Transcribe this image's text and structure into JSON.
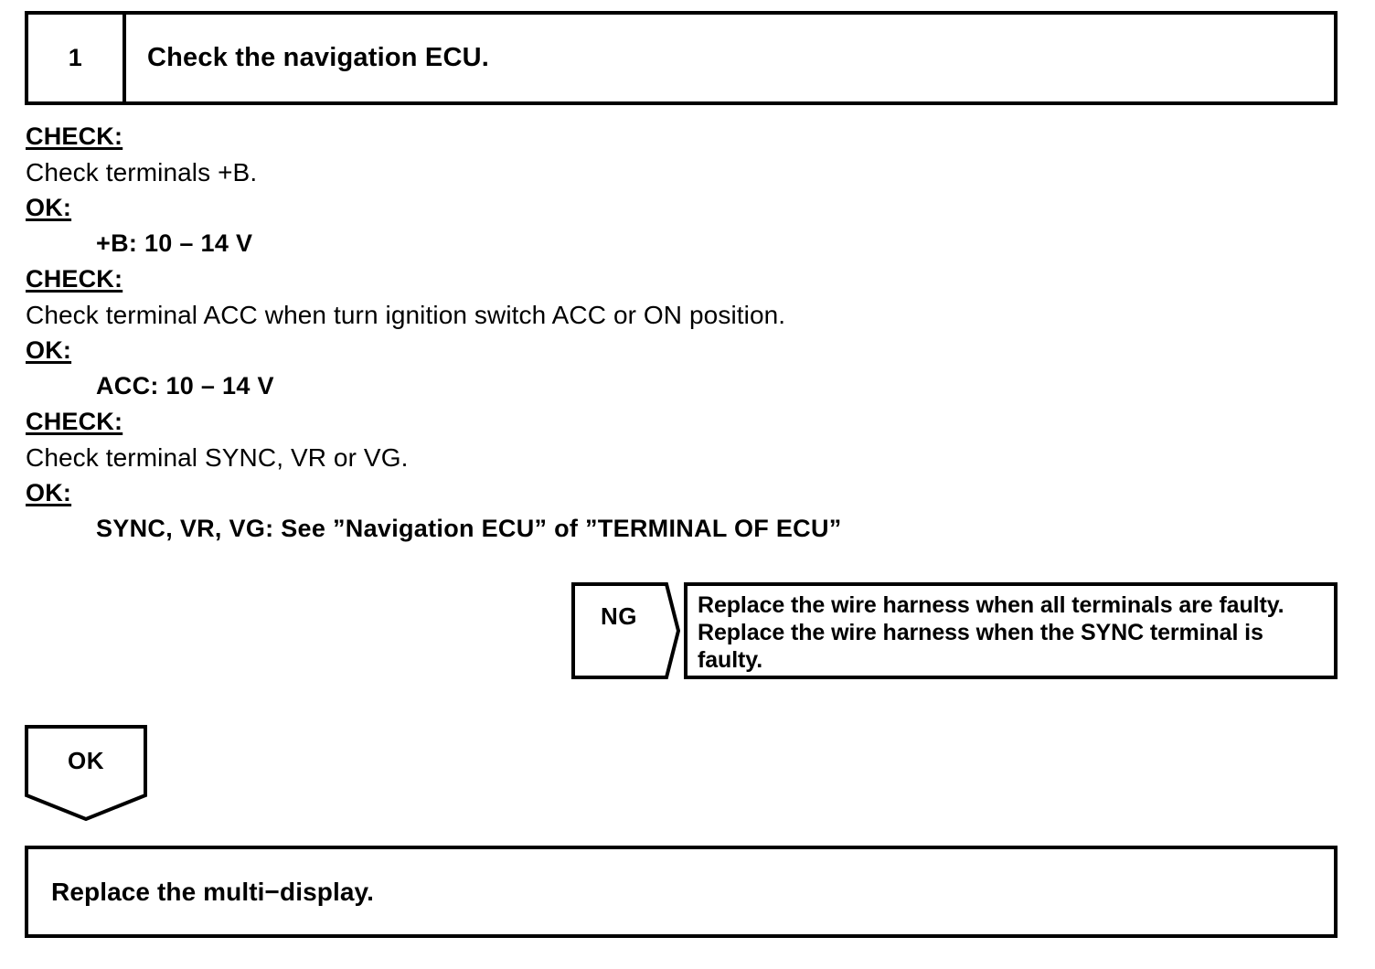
{
  "document": {
    "type": "diagnostic-flowchart",
    "ink_color": "#000000",
    "background_color": "#ffffff"
  },
  "step": {
    "number": "1",
    "title": "Check the navigation ECU."
  },
  "procedure": [
    {
      "label": "CHECK:",
      "text": "Check terminals +B.",
      "ok_label": "OK:",
      "value": "+B: 10 – 14 V"
    },
    {
      "label": "CHECK:",
      "text": "Check terminal ACC when turn ignition switch ACC or ON position.",
      "ok_label": "OK:",
      "value": "ACC: 10 – 14 V"
    },
    {
      "label": "CHECK:",
      "text": "Check terminal SYNC, VR or VG.",
      "ok_label": "OK:",
      "value": "SYNC, VR, VG: See ”Navigation ECU” of ”TERMINAL OF ECU”"
    }
  ],
  "branches": {
    "ng": {
      "label": "NG",
      "action": "Replace the wire harness when all terminals are faulty. Replace the wire harness when the SYNC terminal is faulty."
    },
    "ok": {
      "label": "OK",
      "action": "Replace the multi−display."
    }
  }
}
